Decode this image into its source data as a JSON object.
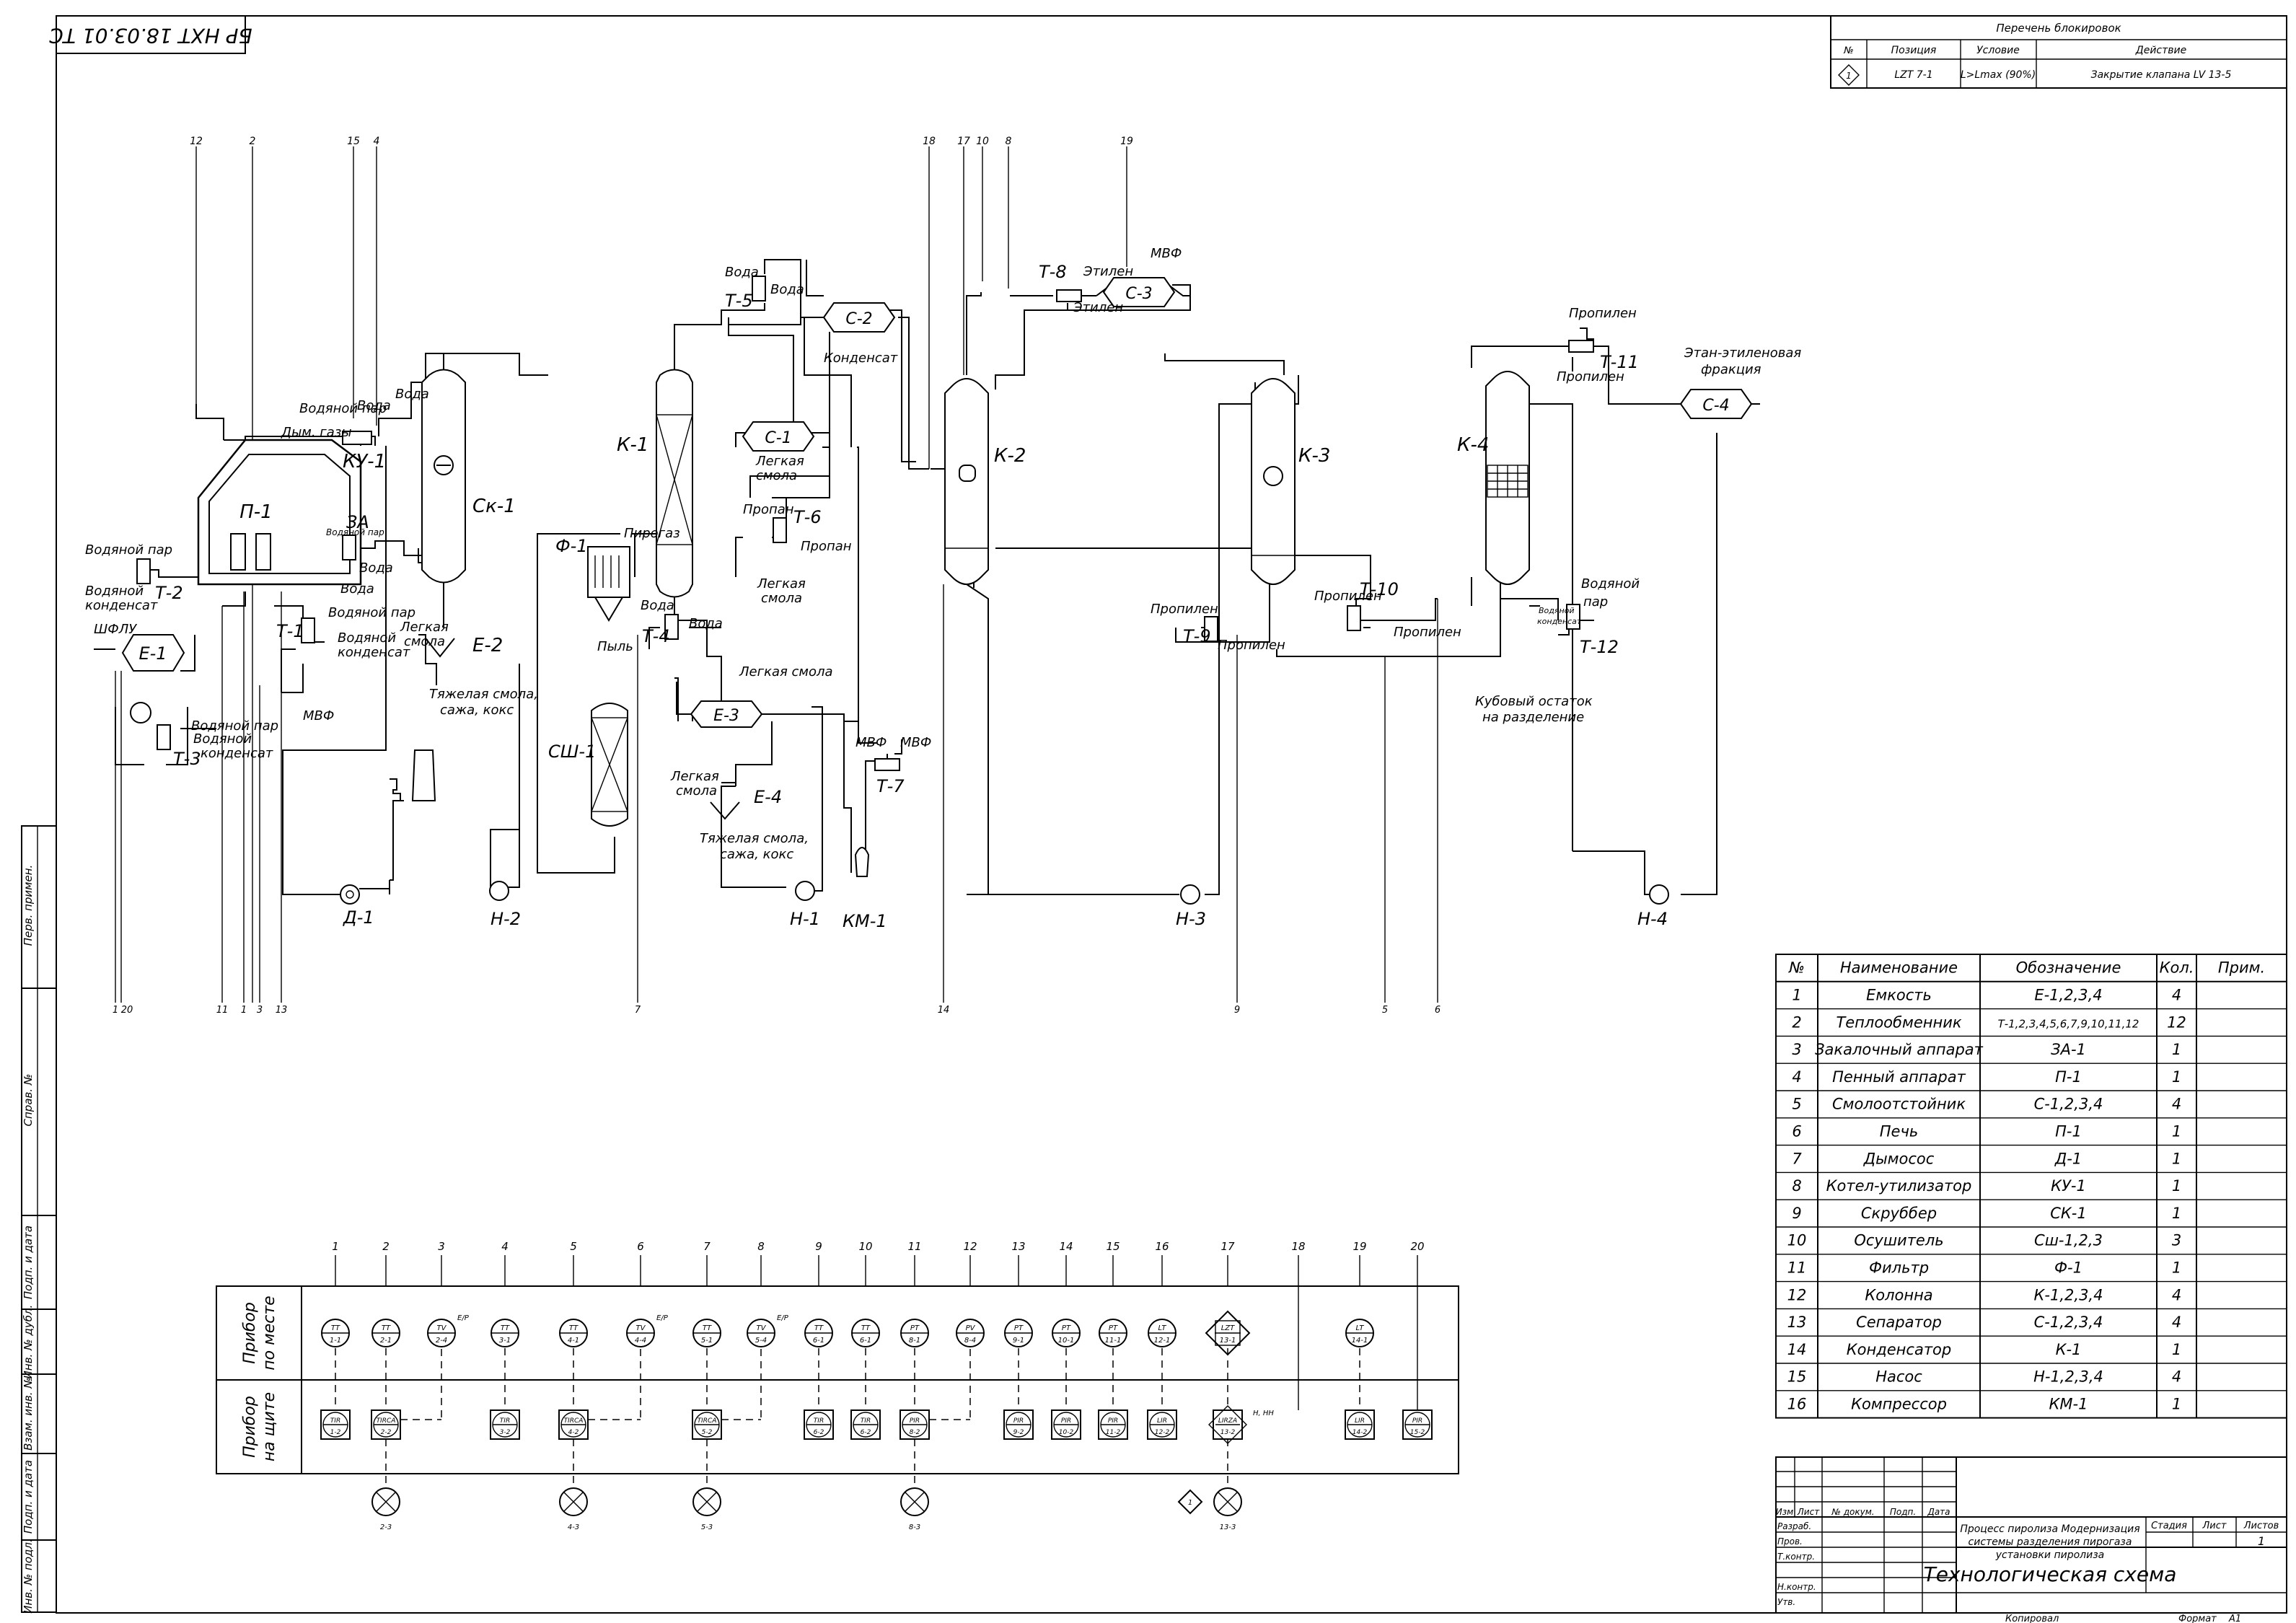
{
  "stamp": "БР НХТ 18.03.01 ТС",
  "blocking": {
    "title": "Перечень блокировок",
    "headers": [
      "№",
      "Позиция",
      "Условие",
      "Действие"
    ],
    "rows": [
      [
        "1",
        "LZT 7-1",
        "L>Lmax (90%)",
        "Закрытие клапана LV 13-5"
      ]
    ]
  },
  "line_numbers_top": [
    "12",
    "2",
    "15",
    "4",
    "18",
    "17",
    "10",
    "8",
    "19"
  ],
  "line_numbers_bottom": [
    "1",
    "20",
    "11",
    "1",
    "3",
    "13",
    "7",
    "14",
    "9",
    "5",
    "6"
  ],
  "equipment": {
    "E1": "Е-1",
    "P1": "П-1",
    "KU1": "КУ-1",
    "ZA": "ЗА",
    "SK1": "Ск-1",
    "E2": "Е-2",
    "K1": "К-1",
    "F1": "Ф-1",
    "SH1": "СШ-1",
    "T5": "Т-5",
    "T4": "Т-4",
    "E3": "Е-3",
    "E4": "Е-4",
    "C1": "С-1",
    "C2": "С-2",
    "T6": "Т-6",
    "T7": "Т-7",
    "KM1": "КМ-1",
    "K2": "К-2",
    "T8": "Т-8",
    "C3": "С-3",
    "K3": "К-3",
    "T9": "Т-9",
    "T10": "Т-10",
    "K4": "К-4",
    "T11": "Т-11",
    "T12": "Т-12",
    "C4": "С-4",
    "H1": "Н-1",
    "H2": "Н-2",
    "H3": "Н-3",
    "H4": "Н-4",
    "D1": "Д-1",
    "T1": "Т-1",
    "T2": "Т-2",
    "T3": "Т-3"
  },
  "stream_labels": {
    "vodyanoy_par": "Водяной пар",
    "vodyanoy_kondensat": "Водяной конденсат",
    "vodyanoy": "Водяной",
    "kondensat": "конденсат",
    "shflu": "ШФЛУ",
    "mvf": "МВФ",
    "voda": "Вода",
    "dym_gazy": "Дым. газы",
    "legkaya_smola": "Легкая смола",
    "legkaya": "Легкая",
    "smola": "смола",
    "tyazh_smola_1": "Тяжелая смола,",
    "tyazh_smola_2": "сажа, кокс",
    "pyl": "Пыль",
    "pirogaz": "Пирогаз",
    "kondensat_c2": "Конденсат",
    "propan": "Пропан",
    "etilen": "Этилен",
    "propilen": "Пропилен",
    "etan_1": "Этан-этиленовая",
    "etan_2": "фракция",
    "kub_1": "Кубовый остаток",
    "kub_2": "на разделение",
    "par": "пар"
  },
  "spec_table": {
    "headers": [
      "№",
      "Наименование",
      "Обозначение",
      "Кол.",
      "Прим."
    ],
    "rows": [
      [
        "1",
        "Емкость",
        "Е-1,2,3,4",
        "4"
      ],
      [
        "2",
        "Теплообменник",
        "Т-1,2,3,4,5,6,7,9,10,11,12",
        "12"
      ],
      [
        "3",
        "Закалочный аппарат",
        "ЗА-1",
        "1"
      ],
      [
        "4",
        "Пенный аппарат",
        "П-1",
        "1"
      ],
      [
        "5",
        "Смолоотстойник",
        "С-1,2,3,4",
        "4"
      ],
      [
        "6",
        "Печь",
        "П-1",
        "1"
      ],
      [
        "7",
        "Дымосос",
        "Д-1",
        "1"
      ],
      [
        "8",
        "Котел-утилизатор",
        "КУ-1",
        "1"
      ],
      [
        "9",
        "Скруббер",
        "СК-1",
        "1"
      ],
      [
        "10",
        "Осушитель",
        "Сш-1,2,3",
        "3"
      ],
      [
        "11",
        "Фильтр",
        "Ф-1",
        "1"
      ],
      [
        "12",
        "Колонна",
        "К-1,2,3,4",
        "4"
      ],
      [
        "13",
        "Сепаратор",
        "С-1,2,3,4",
        "4"
      ],
      [
        "14",
        "Конденсатор",
        "К-1",
        "1"
      ],
      [
        "15",
        "Насос",
        "Н-1,2,3,4",
        "4"
      ],
      [
        "16",
        "Компрессор",
        "КМ-1",
        "1"
      ]
    ]
  },
  "instrument_panel": {
    "row_field": [
      "Прибор",
      "по месте"
    ],
    "row_board": [
      "Прибор",
      "на щите"
    ],
    "columns": [
      {
        "n": "1",
        "field": [
          "TT",
          "1-1"
        ],
        "board": [
          "TIR",
          "1-2"
        ]
      },
      {
        "n": "2",
        "field": [
          "TT",
          "2-1"
        ],
        "board": [
          "TIRCA",
          "2-2"
        ],
        "act": "2-3"
      },
      {
        "n": "3",
        "field": [
          "TV",
          "2-4"
        ],
        "ep": "E/P"
      },
      {
        "n": "4",
        "field": [
          "TT",
          "3-1"
        ],
        "board": [
          "TIR",
          "3-2"
        ]
      },
      {
        "n": "5",
        "field": [
          "TT",
          "4-1"
        ],
        "board": [
          "TIRCA",
          "4-2"
        ],
        "act": "4-3"
      },
      {
        "n": "6",
        "field": [
          "TV",
          "4-4"
        ],
        "ep": "E/P"
      },
      {
        "n": "7",
        "field": [
          "TT",
          "5-1"
        ],
        "board": [
          "TIRCA",
          "5-2"
        ],
        "act": "5-3"
      },
      {
        "n": "8",
        "field": [
          "TV",
          "5-4"
        ],
        "ep": "E/P"
      },
      {
        "n": "9",
        "field": [
          "TT",
          "6-1"
        ],
        "board": [
          "TIR",
          "6-2"
        ]
      },
      {
        "n": "10",
        "field": [
          "TT",
          "6-1"
        ],
        "board": [
          "TIR",
          "6-2"
        ]
      },
      {
        "n": "11",
        "field": [
          "PT",
          "8-1"
        ],
        "board": [
          "PIR",
          "8-2"
        ],
        "act": "8-3"
      },
      {
        "n": "12",
        "field": [
          "PV",
          "8-4"
        ]
      },
      {
        "n": "13",
        "field": [
          "PT",
          "9-1"
        ],
        "board": [
          "PIR",
          "9-2"
        ]
      },
      {
        "n": "14",
        "field": [
          "PT",
          "10-1"
        ],
        "board": [
          "PIR",
          "10-2"
        ]
      },
      {
        "n": "15",
        "field": [
          "PT",
          "11-1"
        ],
        "board": [
          "PIR",
          "11-2"
        ]
      },
      {
        "n": "16",
        "field": [
          "LT",
          "12-1"
        ],
        "board": [
          "LIR",
          "12-2"
        ]
      },
      {
        "n": "17",
        "field": [
          "LZT",
          "13-1"
        ],
        "board": [
          "LIRZA",
          "13-2"
        ],
        "act": "13-3",
        "hh": "H, HH",
        "block": "1"
      },
      {
        "n": "18"
      },
      {
        "n": "19",
        "field": [
          "LT",
          "14-1"
        ],
        "board": [
          "LIR",
          "14-2"
        ]
      },
      {
        "n": "20",
        "board": [
          "PIR",
          "15-2"
        ]
      }
    ]
  },
  "title_block": {
    "cols": [
      "Изм",
      "Лист",
      "№ докум.",
      "Подп.",
      "Дата"
    ],
    "roles": [
      "Разраб.",
      "Пров.",
      "Т.контр.",
      "Н.контр.",
      "Утв."
    ],
    "description": [
      "Процесс пиролиза Модернизация",
      "системы разделения пирогаза",
      "установки пиролиза"
    ],
    "stage": "Стадия",
    "sheet": "Лист",
    "sheets": "Листов",
    "sheets_value": "1",
    "drawing_title": "Технологическая схема",
    "copied": "Копировал",
    "format": "Формат",
    "format_value": "А1"
  },
  "side_stamp": [
    "Перв. примен.",
    "Справ. №",
    "Подп. и дата",
    "Инв. № дубл.",
    "Взам. инв. №",
    "Подп. и дата",
    "Инв. № подл."
  ]
}
